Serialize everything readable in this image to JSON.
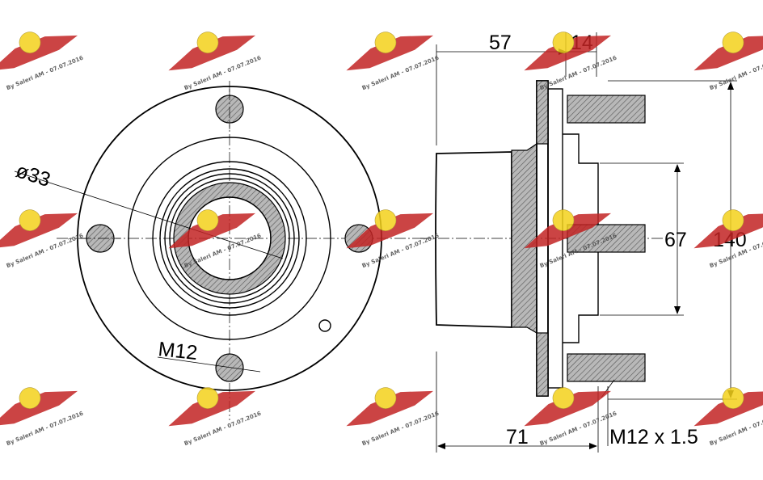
{
  "dimensions": {
    "bore_diameter": "ø33",
    "bolt_thread_front": "M12",
    "hub_length_top": "57",
    "flange_thickness": "14",
    "pilot_diameter": "67",
    "bolt_circle": "140",
    "overall_length": "71",
    "bolt_thread_spec": "M12 x 1.5"
  },
  "watermark": {
    "text": "By Saleri AM - 07.07.2016",
    "badge_color": "#c22424",
    "ring_color": "#f4d21c"
  }
}
